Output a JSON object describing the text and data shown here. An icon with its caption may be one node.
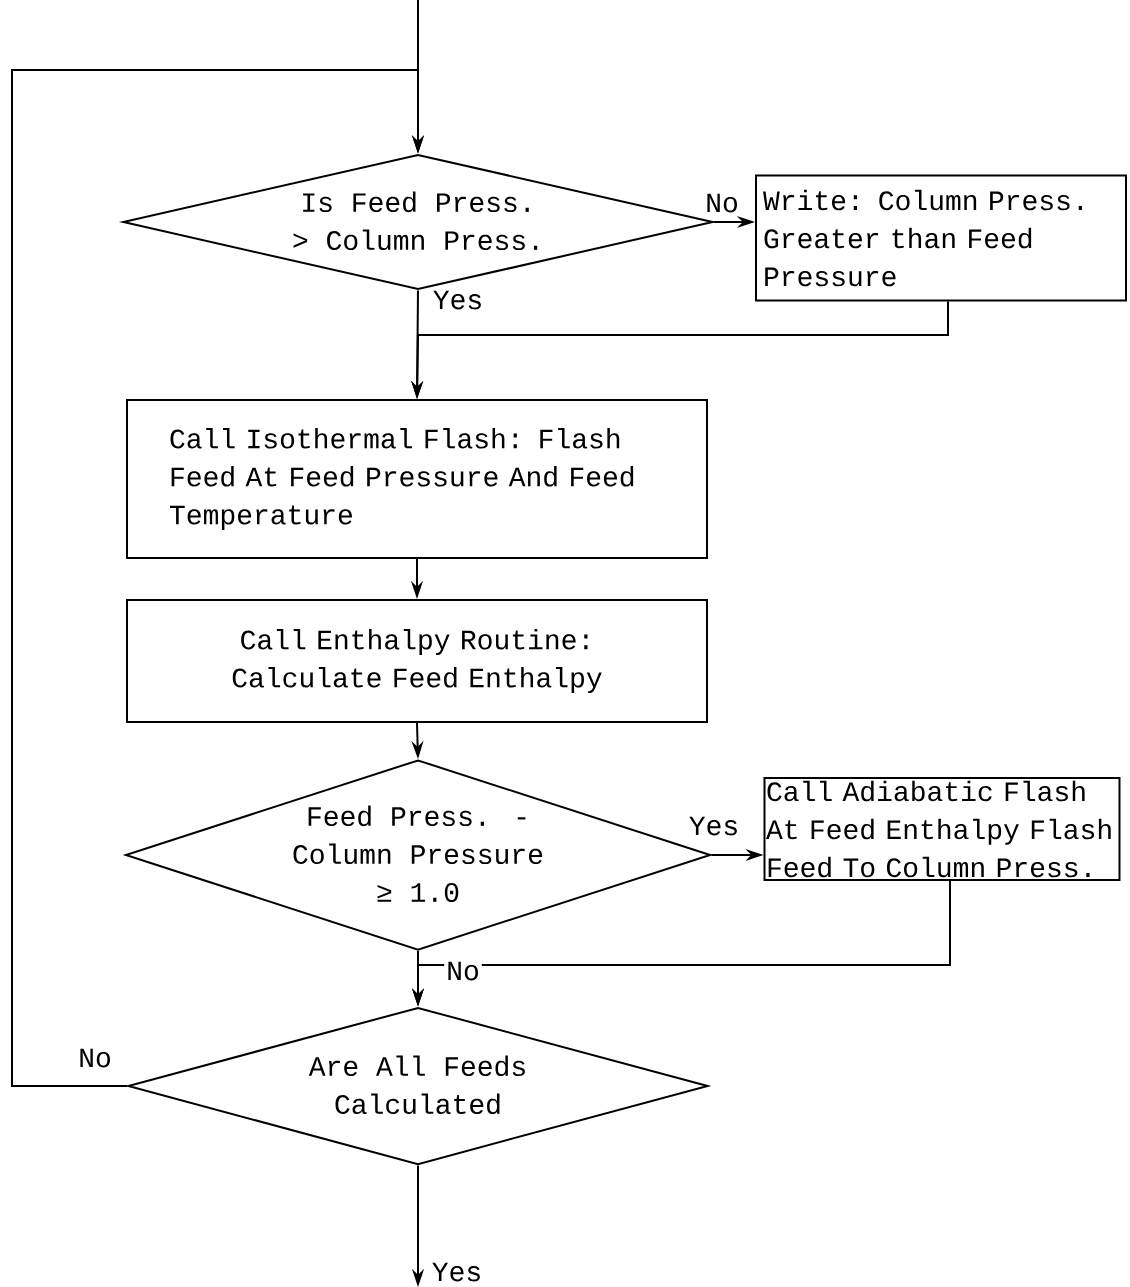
{
  "diagram": {
    "nodes": [
      {
        "text": [
          "Is Feed Press. > Column Press."
        ]
      },
      {
        "text": [
          "Write: Column Press. Greater than Feed Pressure"
        ]
      },
      {
        "text": [
          "Call Isothermal Flash: Flash Feed At Feed Pressure And Feed Temperature"
        ]
      },
      {
        "text": [
          "Call Enthalpy Routine: Calculate Feed Enthalpy"
        ]
      },
      {
        "text": [
          "Feed Press. - Column Pressure ≥ 1.0"
        ]
      },
      {
        "text": [
          "Call Adiabatic Flash At Feed Enthalpy Flash Feed To Column Press."
        ]
      },
      {
        "text": [
          "Are All Feeds Calculated"
        ]
      }
    ],
    "edges": [
      {
        "from": null,
        "to": 0,
        "arrow": "to"
      },
      {
        "from": 0,
        "to": 1,
        "arrow": "to",
        "label": "No"
      },
      {
        "from": 0,
        "to": 2,
        "arrow": "to",
        "label": "Yes"
      },
      {
        "from": 1,
        "to": 2,
        "arrow": "to"
      },
      {
        "from": 2,
        "to": 3,
        "arrow": "to"
      },
      {
        "from": 3,
        "to": 4,
        "arrow": "to"
      },
      {
        "from": 4,
        "to": 5,
        "arrow": "to",
        "label": "Yes"
      },
      {
        "from": 4,
        "to": 6,
        "arrow": "to",
        "label": "No"
      },
      {
        "from": 5,
        "to": 6,
        "arrow": "to"
      },
      {
        "from": 6,
        "to": 0,
        "arrow": "to",
        "label": "No"
      },
      {
        "from": 6,
        "to": null,
        "arrow": "to",
        "label": "Yes"
      }
    ]
  }
}
